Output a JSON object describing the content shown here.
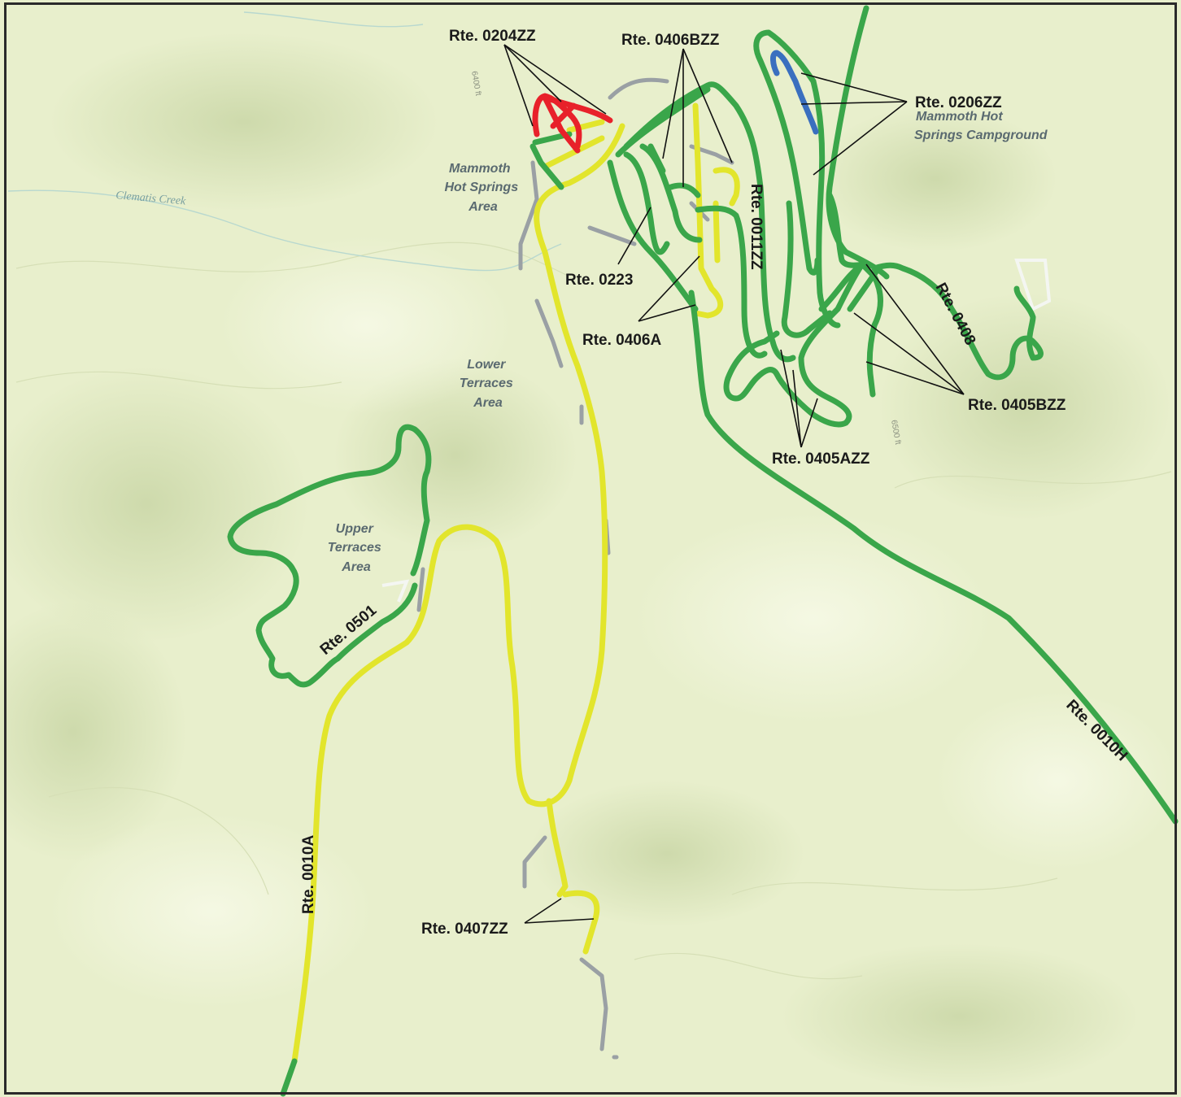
{
  "colors": {
    "green_route": "#3aa64a",
    "yellow_route": "#e2e52c",
    "red_route": "#e8212a",
    "blue_route": "#3a6fbf",
    "background": "#e8efcc",
    "frame": "#2a2a2a"
  },
  "route_labels": {
    "r0204zz": "Rte. 0204ZZ",
    "r0406bzz": "Rte. 0406BZZ",
    "r0206zz": "Rte. 0206ZZ",
    "r0011zz": "Rte. 0011ZZ",
    "r0223": "Rte. 0223",
    "r0406a": "Rte. 0406A",
    "r0408": "Rte. 0408",
    "r0405bzz": "Rte. 0405BZZ",
    "r0405azz": "Rte. 0405AZZ",
    "r0501": "Rte. 0501",
    "r0010h": "Rte. 0010H",
    "r0010a": "Rte. 0010A",
    "r0407zz": "Rte. 0407ZZ"
  },
  "area_labels": {
    "mammoth_area": [
      "Mammoth",
      "Hot Springs",
      "Area"
    ],
    "campground": [
      "Mammoth Hot",
      "Springs Campground"
    ],
    "lower_terraces": [
      "Lower",
      "Terraces",
      "Area"
    ],
    "upper_terraces": [
      "Upper",
      "Terraces",
      "Area"
    ]
  },
  "feature_labels": {
    "clematis_creek": "Clematis Creek",
    "elev_6400": "6400 ft",
    "elev_6500": "6500 ft"
  }
}
